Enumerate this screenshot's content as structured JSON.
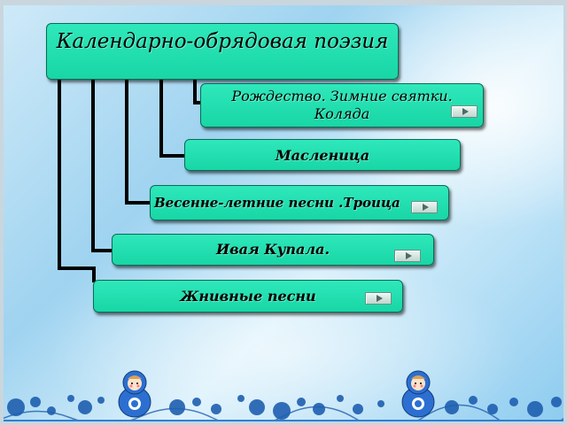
{
  "diagram": {
    "title": "Календарно-обрядовая поэзия",
    "items": [
      {
        "label_line1": "Рождество. Зимние святки.",
        "label_line2": "Коляда",
        "has_play": true
      },
      {
        "label": "Масленица",
        "has_play": false
      },
      {
        "label": "Весенне-летние песни .Троица",
        "has_play": true
      },
      {
        "label": "Ивая Купала.",
        "has_play": true
      },
      {
        "label": "Жнивные песни",
        "has_play": true
      }
    ]
  },
  "colors": {
    "box_fill": "#1fe0b0",
    "box_border": "#0b6b55",
    "connector": "#000000",
    "background": "#9fd3f0"
  },
  "icons": {
    "play": "play-triangle-icon",
    "doll": "matryoshka-doll-icon",
    "ornament": "gzhel-floral-ornament-icon"
  }
}
